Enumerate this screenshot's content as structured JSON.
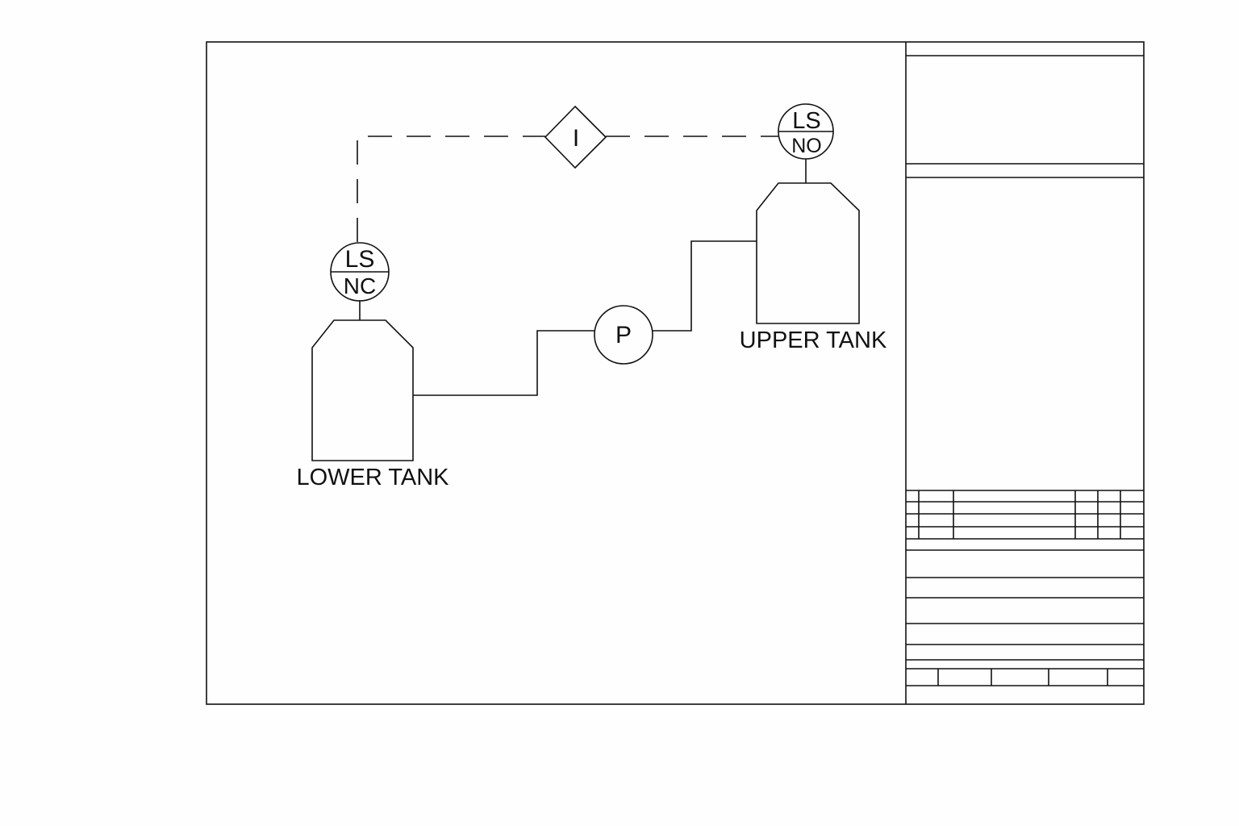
{
  "diagram": {
    "lower_tank": {
      "label": "LOWER TANK"
    },
    "upper_tank": {
      "label": "UPPER TANK"
    },
    "pump": {
      "tag": "P"
    },
    "lower_level_switch": {
      "top": "LS",
      "bottom": "NC"
    },
    "upper_level_switch": {
      "top": "LS",
      "bottom": "NO"
    },
    "interlock": {
      "tag": "I"
    }
  }
}
